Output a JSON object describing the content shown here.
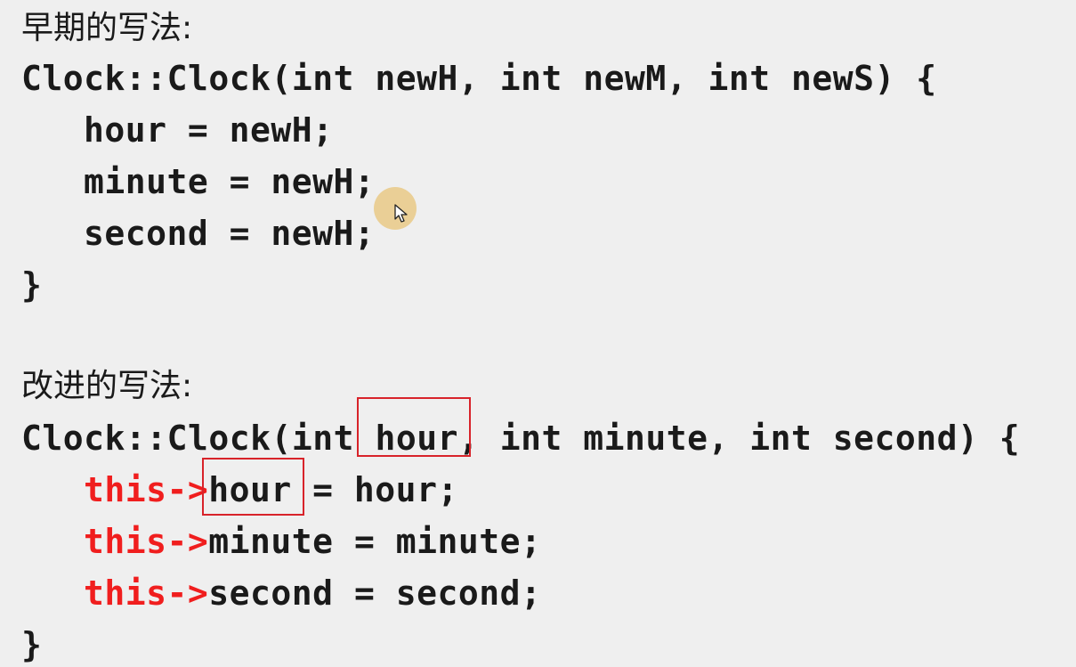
{
  "early": {
    "heading": "早期的写法:",
    "signature": "Clock::Clock(int newH, int newM, int newS) {",
    "body": [
      "hour = newH;",
      "minute = newH;",
      "second = newH;"
    ],
    "close": "}"
  },
  "improved": {
    "heading": "改进的写法:",
    "sig_prefix": "Clock::Clock(int ",
    "sig_param": "hour",
    "sig_suffix": ", int minute, int second) {",
    "body": [
      {
        "kw": "this->",
        "member": "hour",
        "rest": " = hour;"
      },
      {
        "kw": "this->",
        "member": "minute",
        "rest": " = minute;"
      },
      {
        "kw": "this->",
        "member": "second",
        "rest": " = second;"
      }
    ],
    "close": "}"
  },
  "colors": {
    "keyword": "#f01e1e",
    "highlight_box": "#d8232a",
    "background": "#efefef"
  },
  "icons": {
    "cursor": "mouse-pointer-icon"
  }
}
